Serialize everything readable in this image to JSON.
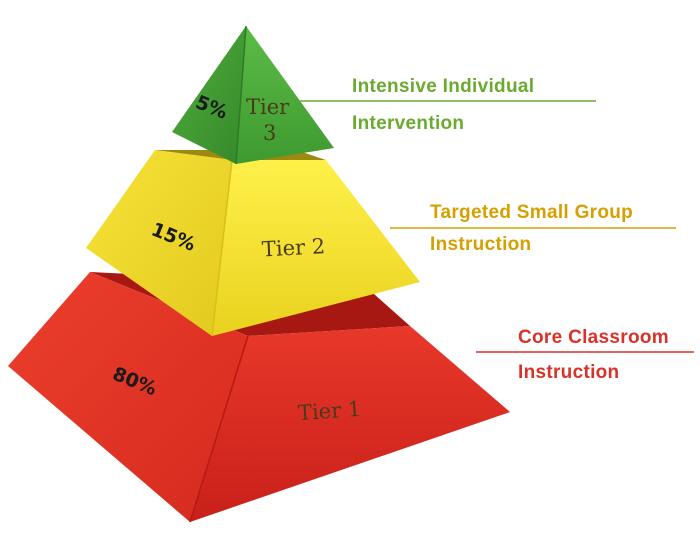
{
  "colors": {
    "tier1": "#d82a1c",
    "tier2": "#f2e12a",
    "tier3": "#4aa53a",
    "callout_tier1": "#d8322a",
    "callout_tier2": "#d6a000",
    "callout_tier3": "#6aaa2e"
  },
  "tiers": {
    "tier3": {
      "name": "Tier",
      "name2": "3",
      "percent": "5%",
      "line1": "Intensive Individual",
      "line2": "Intervention"
    },
    "tier2": {
      "name": "Tier 2",
      "percent": "15%",
      "line1": "Targeted Small Group",
      "line2": "Instruction"
    },
    "tier1": {
      "name": "Tier 1",
      "percent": "80%",
      "line1": "Core Classroom",
      "line2": "Instruction"
    }
  }
}
